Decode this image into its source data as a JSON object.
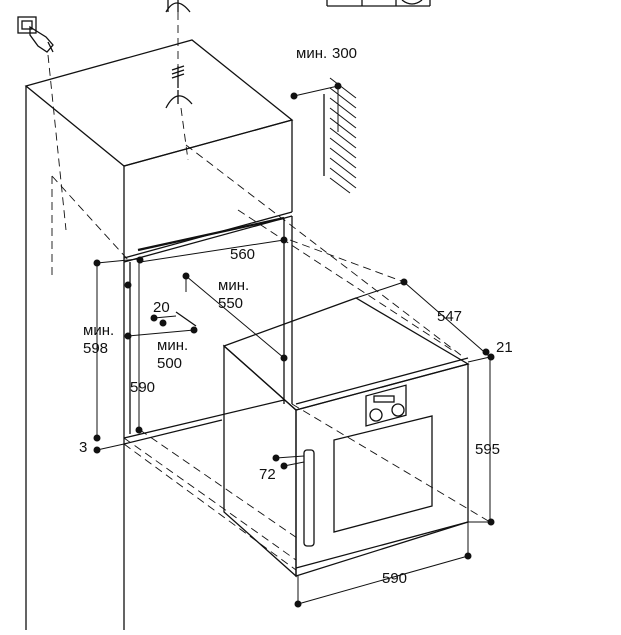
{
  "labels": {
    "min300_prefix": "мин.",
    "min300_value": "300",
    "depth_560": "560",
    "min550_prefix": "мин.",
    "min550_value": "550",
    "dim_20": "20",
    "min500_prefix": "мин.",
    "min500_value": "500",
    "min598_prefix": "мин.",
    "min598_value": "598",
    "dim_590_niche": "590",
    "dim_3": "3",
    "dim_547": "547",
    "dim_21": "21",
    "dim_595": "595",
    "dim_72": "72",
    "dim_590_width": "590"
  },
  "colors": {
    "line": "#111111",
    "oven_side": "#e8e8e8",
    "oven_front": "#f4f4f4",
    "background": "#ffffff"
  }
}
